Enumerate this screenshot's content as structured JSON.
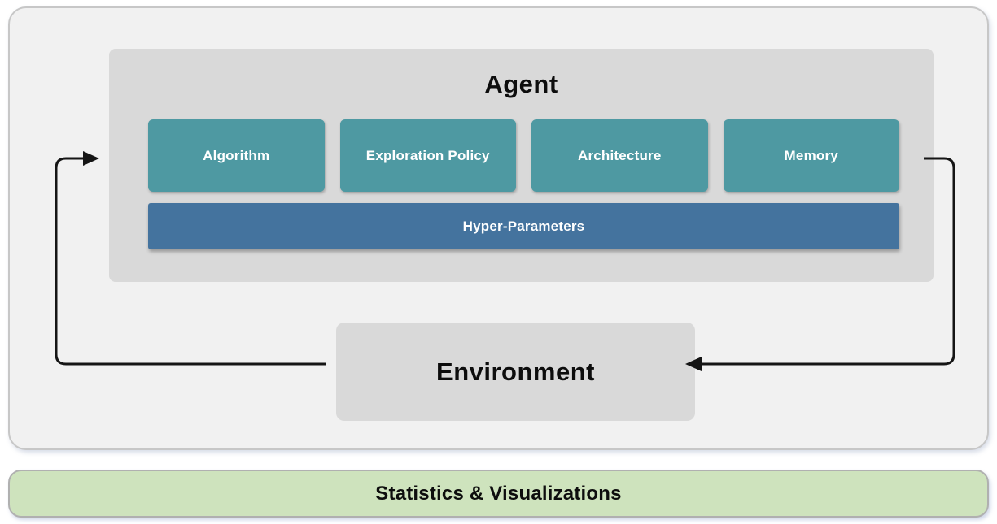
{
  "colors": {
    "canvas_bg": "#ffffff",
    "panel_bg": "#f1f1f1",
    "panel_border": "#c7c7c7",
    "agent_bg": "#d9d9d9",
    "environment_bg": "#d9d9d9",
    "module_bg": "#4e99a2",
    "module_text": "#ffffff",
    "hyper_bg": "#44739e",
    "stats_bg": "#cee3bd",
    "stats_border": "#b0b0b0",
    "arrow": "#151515",
    "title_text": "#0d0d0d"
  },
  "agent": {
    "title": "Agent",
    "modules": [
      {
        "label": "Algorithm"
      },
      {
        "label": "Exploration Policy"
      },
      {
        "label": "Architecture"
      },
      {
        "label": "Memory"
      }
    ],
    "hyper_parameters_label": "Hyper-Parameters"
  },
  "environment": {
    "title": "Environment"
  },
  "stats_bar": {
    "label": "Statistics & Visualizations"
  },
  "arrows": [
    {
      "name": "environment-to-agent",
      "from": "Environment",
      "to": "Agent"
    },
    {
      "name": "agent-to-environment",
      "from": "Agent",
      "to": "Environment"
    }
  ]
}
